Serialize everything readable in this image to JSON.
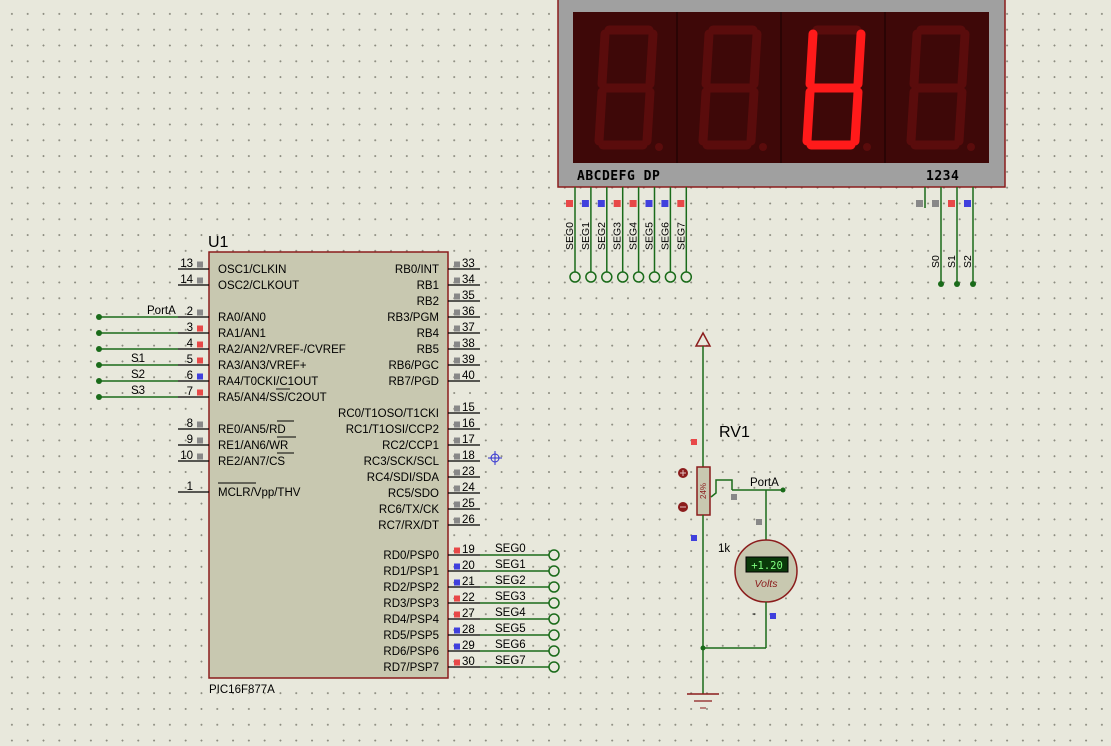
{
  "mcu": {
    "ref": "U1",
    "part": "PIC16F877A",
    "left_pins": [
      {
        "num": "13",
        "name": "OSC1/CLKIN",
        "state": "grey"
      },
      {
        "num": "14",
        "name": "OSC2/CLKOUT",
        "state": "grey"
      },
      {
        "num": "2",
        "name": "RA0/AN0",
        "state": "grey"
      },
      {
        "num": "3",
        "name": "RA1/AN1",
        "state": "red"
      },
      {
        "num": "4",
        "name": "RA2/AN2/VREF-/CVREF",
        "state": "red"
      },
      {
        "num": "5",
        "name": "RA3/AN3/VREF+",
        "state": "red"
      },
      {
        "num": "6",
        "name": "RA4/T0CKI/C1OUT",
        "state": "blue"
      },
      {
        "num": "7",
        "name": "RA5/AN4/SS/C2OUT",
        "state": "red"
      },
      {
        "num": "8",
        "name": "RE0/AN5/RD",
        "state": "grey"
      },
      {
        "num": "9",
        "name": "RE1/AN6/WR",
        "state": "grey"
      },
      {
        "num": "10",
        "name": "RE2/AN7/CS",
        "state": "grey"
      },
      {
        "num": "1",
        "name": "MCLR/Vpp/THV",
        "state": "none"
      }
    ],
    "right_pins": [
      {
        "num": "33",
        "name": "RB0/INT",
        "state": "grey"
      },
      {
        "num": "34",
        "name": "RB1",
        "state": "grey"
      },
      {
        "num": "35",
        "name": "RB2",
        "state": "grey"
      },
      {
        "num": "36",
        "name": "RB3/PGM",
        "state": "grey"
      },
      {
        "num": "37",
        "name": "RB4",
        "state": "grey"
      },
      {
        "num": "38",
        "name": "RB5",
        "state": "grey"
      },
      {
        "num": "39",
        "name": "RB6/PGC",
        "state": "grey"
      },
      {
        "num": "40",
        "name": "RB7/PGD",
        "state": "grey"
      },
      {
        "num": "15",
        "name": "RC0/T1OSO/T1CKI",
        "state": "grey"
      },
      {
        "num": "16",
        "name": "RC1/T1OSI/CCP2",
        "state": "grey"
      },
      {
        "num": "17",
        "name": "RC2/CCP1",
        "state": "grey"
      },
      {
        "num": "18",
        "name": "RC3/SCK/SCL",
        "state": "grey"
      },
      {
        "num": "23",
        "name": "RC4/SDI/SDA",
        "state": "grey"
      },
      {
        "num": "24",
        "name": "RC5/SDO",
        "state": "grey"
      },
      {
        "num": "25",
        "name": "RC6/TX/CK",
        "state": "grey"
      },
      {
        "num": "26",
        "name": "RC7/RX/DT",
        "state": "grey"
      },
      {
        "num": "19",
        "name": "RD0/PSP0",
        "state": "red",
        "net": "SEG0"
      },
      {
        "num": "20",
        "name": "RD1/PSP1",
        "state": "blue",
        "net": "SEG1"
      },
      {
        "num": "21",
        "name": "RD2/PSP2",
        "state": "blue",
        "net": "SEG2"
      },
      {
        "num": "22",
        "name": "RD3/PSP3",
        "state": "red",
        "net": "SEG3"
      },
      {
        "num": "27",
        "name": "RD4/PSP4",
        "state": "red",
        "net": "SEG4"
      },
      {
        "num": "28",
        "name": "RD5/PSP5",
        "state": "blue",
        "net": "SEG5"
      },
      {
        "num": "29",
        "name": "RD6/PSP6",
        "state": "blue",
        "net": "SEG6"
      },
      {
        "num": "30",
        "name": "RD7/PSP7",
        "state": "red",
        "net": "SEG7"
      }
    ],
    "ra_nets": [
      {
        "pin": "2",
        "net": "PortA"
      },
      {
        "pin": "5",
        "net": "S1"
      },
      {
        "pin": "6",
        "net": "S2"
      },
      {
        "pin": "7",
        "net": "S3"
      }
    ]
  },
  "display": {
    "seg_label": "ABCDEFG  DP",
    "digit_label": "1234",
    "lit_digit": 3,
    "lit_segments": [
      "b",
      "c",
      "d",
      "e",
      "f",
      "g"
    ],
    "seg_pins": [
      {
        "net": "SEG0",
        "state": "red"
      },
      {
        "net": "SEG1",
        "state": "blue"
      },
      {
        "net": "SEG2",
        "state": "blue"
      },
      {
        "net": "SEG3",
        "state": "red"
      },
      {
        "net": "SEG4",
        "state": "red"
      },
      {
        "net": "SEG5",
        "state": "blue"
      },
      {
        "net": "SEG6",
        "state": "blue"
      },
      {
        "net": "SEG7",
        "state": "red"
      }
    ],
    "digit_pins": [
      {
        "net": "S0",
        "state": "grey"
      },
      {
        "net": "S1",
        "state": "red"
      },
      {
        "net": "S2",
        "state": "blue"
      }
    ]
  },
  "pot": {
    "ref": "RV1",
    "value": "1k",
    "percent": "24%",
    "wiper_net": "PortA"
  },
  "voltmeter": {
    "reading": "+1.20",
    "unit": "Volts",
    "minus": "-"
  },
  "colors": {
    "pin_red": "#e84848",
    "pin_blue": "#4040dd",
    "pin_grey": "#888888",
    "wire": "#1a6b1a",
    "body_outline": "#8b1c1c",
    "body_fill": "#c8c8b0",
    "segment_on": "#ff1a1a",
    "segment_off": "#5a0c0c",
    "display_face": "#3e0808"
  }
}
